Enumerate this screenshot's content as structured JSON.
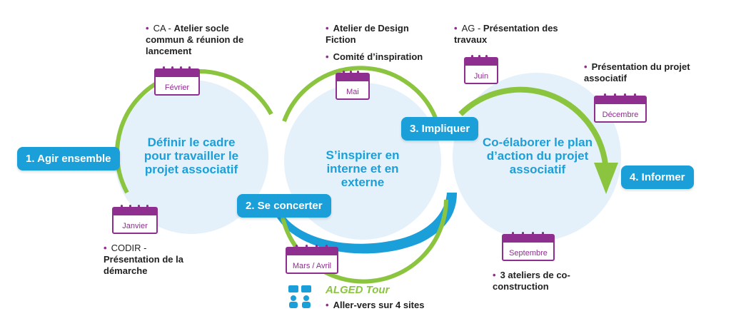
{
  "circles": {
    "c1": "Définir le cadre pour travailler le projet associatif",
    "c2": "S’inspirer en interne et en externe",
    "c3": "Co-élaborer le plan d’action du projet associatif"
  },
  "stages": {
    "s1": "1. Agir ensemble",
    "s2": "2. Se concerter",
    "s3": "3. Impliquer",
    "s4": "4. Informer"
  },
  "calendars": {
    "janvier": "Janvier",
    "fevrier": "Février",
    "mars_avril": "Mars / Avril",
    "mai": "Mai",
    "juin": "Juin",
    "septembre": "Septembre",
    "decembre": "Décembre"
  },
  "notes": {
    "ca_prefix": "CA - ",
    "ca_bold": "Atelier socle commun & réunion de lancement",
    "codir_prefix": "CODIR - ",
    "codir_bold": "Présentation de la démarche",
    "design_fiction": "Atelier de Design Fiction",
    "comite": "Comité d’inspiration",
    "ag_prefix": "AG - ",
    "ag_bold": "Présentation des travaux",
    "presentation_projet": "Présentation du projet associatif",
    "ateliers": "3 ateliers de co-construction",
    "alged_title": "ALGED Tour",
    "aller_vers": "Aller-vers sur 4 sites"
  },
  "colors": {
    "blue": "#1b9fd9",
    "green": "#8bc53f",
    "purple": "#8e2e8e",
    "light_circle": "#e5f1fa"
  },
  "icons": {
    "alged": "chat-people-icon"
  }
}
